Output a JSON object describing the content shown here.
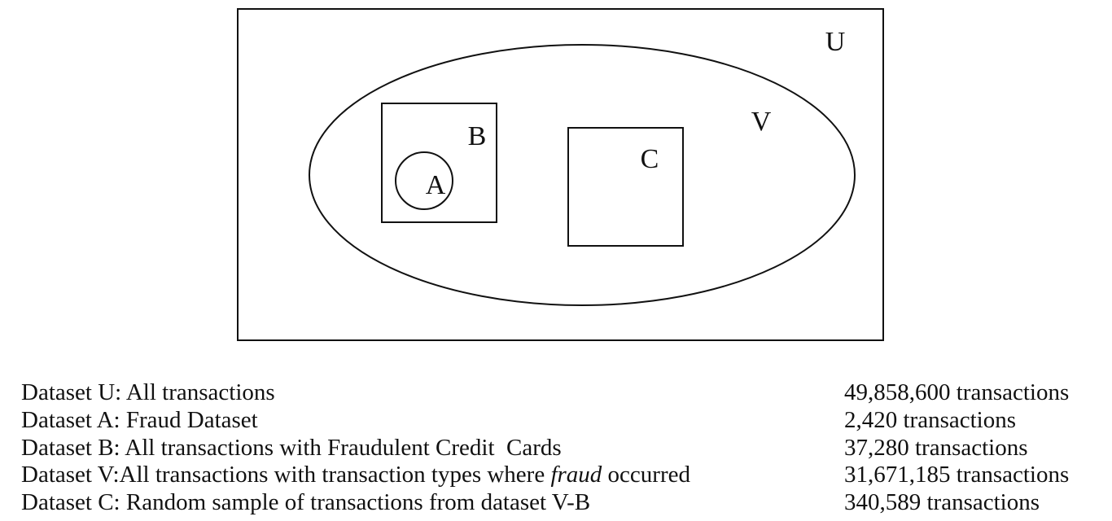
{
  "diagram": {
    "labels": {
      "U": "U",
      "V": "V",
      "B": "B",
      "A": "A",
      "C": "C"
    },
    "stroke_color": "#111111"
  },
  "legend": [
    {
      "description": "Dataset U: All transactions",
      "count": "49,858,600 transactions"
    },
    {
      "description": "Dataset A: Fraud Dataset",
      "count": "2,420 transactions"
    },
    {
      "description": "Dataset B: All transactions with Fraudulent Credit  Cards",
      "count": "37,280 transactions"
    },
    {
      "description_before": "Dataset V:All transactions with transaction types where ",
      "description_emphasis": "fraud",
      "description_after": " occurred",
      "count": "31,671,185 transactions"
    },
    {
      "description": "Dataset C: Random sample of transactions from dataset V-B",
      "count": "340,589 transactions"
    }
  ]
}
